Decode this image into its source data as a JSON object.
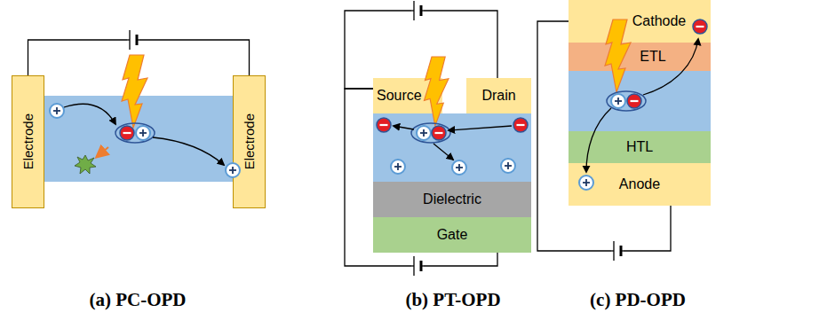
{
  "diagram": {
    "nodes": [
      {
        "text": [
          "Electrode"
        ]
      },
      {
        "text": [
          "Electrode"
        ]
      },
      {
        "text": [
          "Source"
        ]
      },
      {
        "text": [
          "Drain"
        ]
      },
      {
        "text": [
          "Dielectric"
        ]
      },
      {
        "text": [
          "Gate"
        ]
      },
      {
        "text": [
          "Cathode"
        ]
      },
      {
        "text": [
          "ETL"
        ]
      },
      {
        "text": [
          "HTL"
        ]
      },
      {
        "text": [
          "Anode"
        ]
      }
    ],
    "edges": [
      {
        "from": 0,
        "to": 1,
        "arrow": "none"
      },
      {
        "from": 2,
        "to": 3,
        "arrow": "none"
      },
      {
        "from": 2,
        "to": 5,
        "arrow": "none"
      },
      {
        "from": 6,
        "to": 9,
        "arrow": "none"
      }
    ],
    "labels": [
      "(a) PC-OPD",
      "(b) PT-OPD",
      "(c) PD-OPD"
    ]
  }
}
